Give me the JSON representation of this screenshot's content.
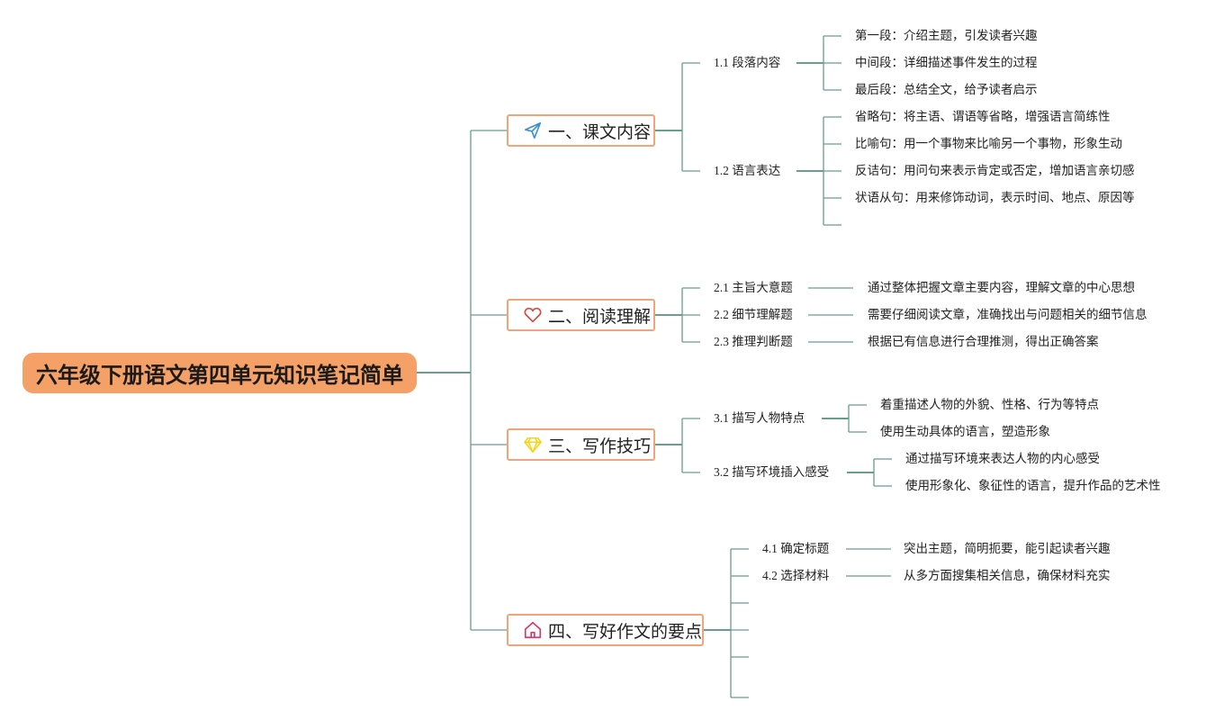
{
  "root": {
    "title": "六年级下册语文第四单元知识笔记简单"
  },
  "branches": [
    {
      "label": "一、课文内容",
      "icon": "paper-plane-icon",
      "subs": [
        {
          "label": "1.1 段落内容",
          "leaves": [
            "第一段：介绍主题，引发读者兴趣",
            "中间段：详细描述事件发生的过程",
            "最后段：总结全文，给予读者启示"
          ]
        },
        {
          "label": "1.2 语言表达",
          "leaves": [
            "省略句：将主语、谓语等省略，增强语言简练性",
            "比喻句：用一个事物来比喻另一个事物，形象生动",
            "反诘句：用问句来表示肯定或否定，增加语言亲切感",
            "状语从句：用来修饰动词，表示时间、地点、原因等",
            ""
          ]
        }
      ]
    },
    {
      "label": "二、阅读理解",
      "icon": "heart-icon",
      "subs": [
        {
          "label": "2.1 主旨大意题",
          "leaves": [
            "通过整体把握文章主要内容，理解文章的中心思想"
          ]
        },
        {
          "label": "2.2 细节理解题",
          "leaves": [
            "需要仔细阅读文章，准确找出与问题相关的细节信息"
          ]
        },
        {
          "label": "2.3 推理判断题",
          "leaves": [
            "根据已有信息进行合理推测，得出正确答案"
          ]
        }
      ]
    },
    {
      "label": "三、写作技巧",
      "icon": "diamond-icon",
      "subs": [
        {
          "label": "3.1 描写人物特点",
          "leaves": [
            "着重描述人物的外貌、性格、行为等特点",
            "使用生动具体的语言，塑造形象"
          ]
        },
        {
          "label": "3.2 描写环境插入感受",
          "leaves": [
            "通过描写环境来表达人物的内心感受",
            "使用形象化、象征性的语言，提升作品的艺术性"
          ]
        }
      ]
    },
    {
      "label": "四、写好作文的要点",
      "icon": "house-icon",
      "subs": [
        {
          "label": "4.1 确定标题",
          "leaves": [
            "突出主题，简明扼要，能引起读者兴趣"
          ]
        },
        {
          "label": "4.2 选择材料",
          "leaves": [
            "从多方面搜集相关信息，确保材料充实"
          ]
        },
        {
          "label": "",
          "leaves": []
        },
        {
          "label": "",
          "leaves": []
        },
        {
          "label": "",
          "leaves": []
        },
        {
          "label": "",
          "leaves": []
        }
      ]
    }
  ],
  "colors": {
    "line": "#6a9e8c",
    "root_fill": "#f4a067",
    "branch_border": "#f0a47a",
    "plane_icon": "#3a8fd6",
    "heart_icon": "#d9463b",
    "diamond_icon": "#f5d21c",
    "house_icon": "#d63a6a"
  }
}
